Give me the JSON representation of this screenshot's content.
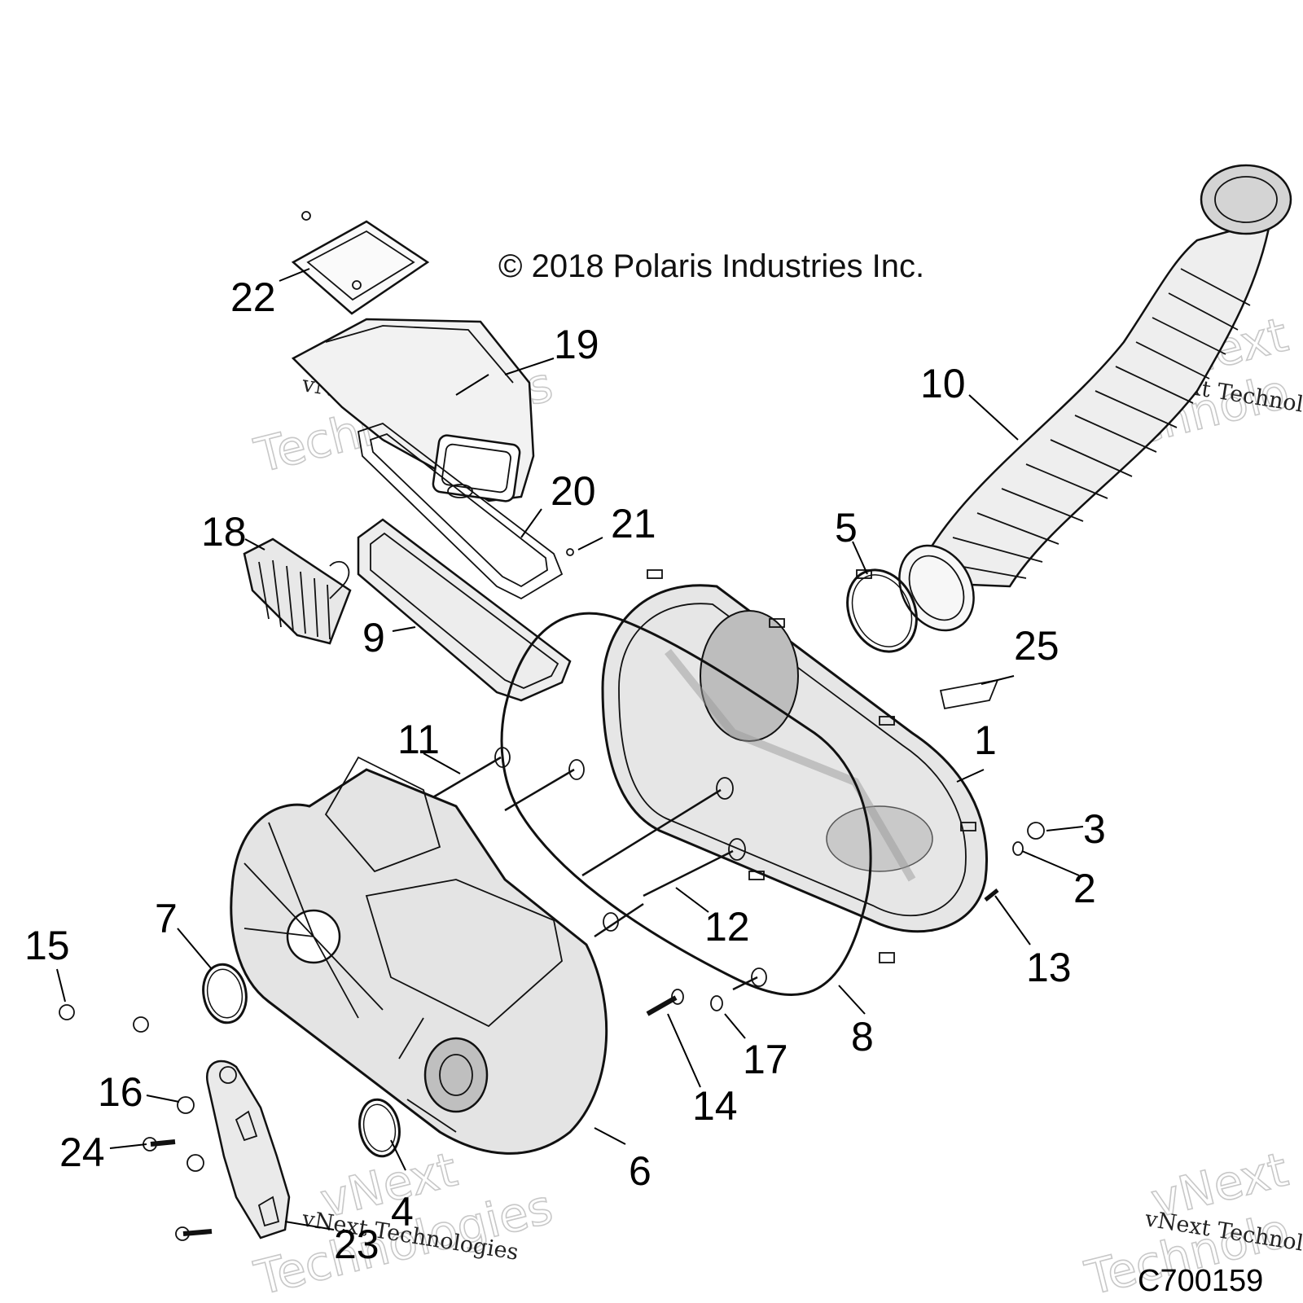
{
  "copyright": "© 2018 Polaris Industries Inc.",
  "drawing_id": "C700159",
  "watermark": {
    "line": "vNext Technologies",
    "line_cut": "vNext Technolo",
    "big_top": "vNext",
    "big_top_cut": "vNext",
    "big_bottom": "Technologies",
    "big_bottom_cut": "Technolo"
  },
  "callouts": [
    "1",
    "2",
    "3",
    "4",
    "5",
    "6",
    "7",
    "8",
    "9",
    "10",
    "11",
    "12",
    "13",
    "14",
    "15",
    "16",
    "17",
    "18",
    "19",
    "20",
    "21",
    "22",
    "23",
    "24",
    "25"
  ]
}
